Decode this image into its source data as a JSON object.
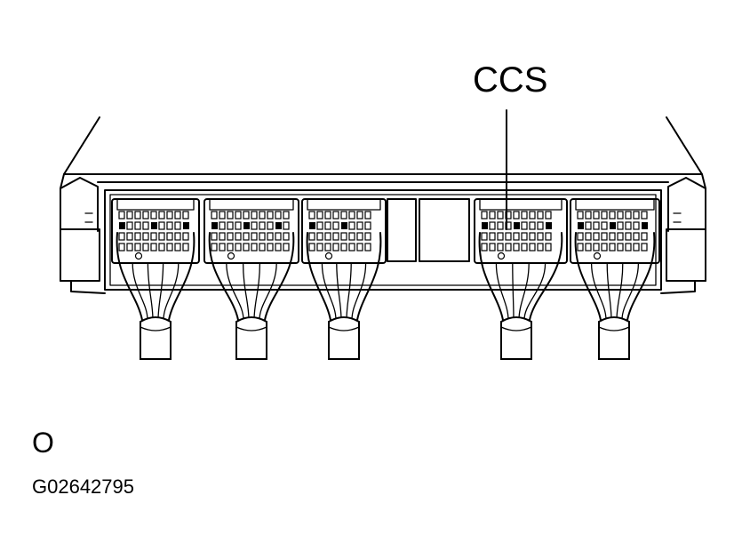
{
  "labels": {
    "callout": "CCS",
    "marker": "O",
    "figure_id": "G02642795"
  }
}
